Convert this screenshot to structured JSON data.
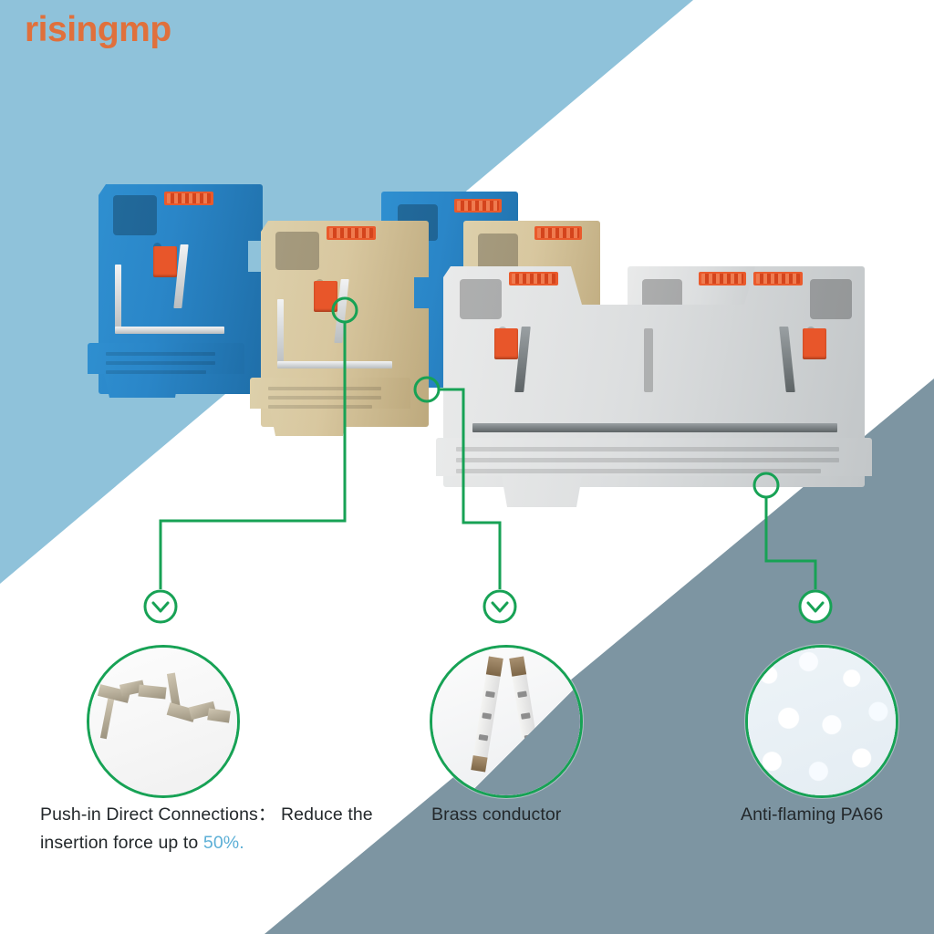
{
  "watermark": {
    "text": "risingmp",
    "color": "#e0703c"
  },
  "background": {
    "top_left_color": "#8fc2da",
    "middle_color": "#ffffff",
    "bottom_right_color": "#7d95a2"
  },
  "product": {
    "name": "push-in spring terminal blocks",
    "blocks": [
      {
        "id": "blue",
        "color_name": "blue",
        "color": "#2a86c8"
      },
      {
        "id": "beige",
        "color_name": "beige",
        "color": "#d8c79f"
      },
      {
        "id": "gray",
        "color_name": "gray",
        "color": "#dcdedf"
      }
    ],
    "lever_color": "#e8562a"
  },
  "callouts": {
    "accent_color": "#17a255",
    "badge_icon": "chevron-down-icon",
    "items": [
      {
        "id": "push-in",
        "badge_icon": "chevron-down-icon",
        "feature_image": "spring-clips-photo",
        "caption_line1": "Push-in Direct Connections：  Reduce the",
        "caption_line2_pre": "insertion force up to ",
        "caption_line2_highlight": "50%.",
        "highlight_color": "#5cafd6"
      },
      {
        "id": "brass",
        "badge_icon": "chevron-down-icon",
        "feature_image": "brass-conductor-photo",
        "caption_line1": "Brass conductor",
        "caption_line2_pre": "",
        "caption_line2_highlight": "",
        "highlight_color": "#5cafd6"
      },
      {
        "id": "pa66",
        "badge_icon": "chevron-down-icon",
        "feature_image": "pa66-pellets-photo",
        "caption_line1": "Anti-flaming PA66",
        "caption_line2_pre": "",
        "caption_line2_highlight": "",
        "highlight_color": "#5cafd6"
      }
    ]
  }
}
